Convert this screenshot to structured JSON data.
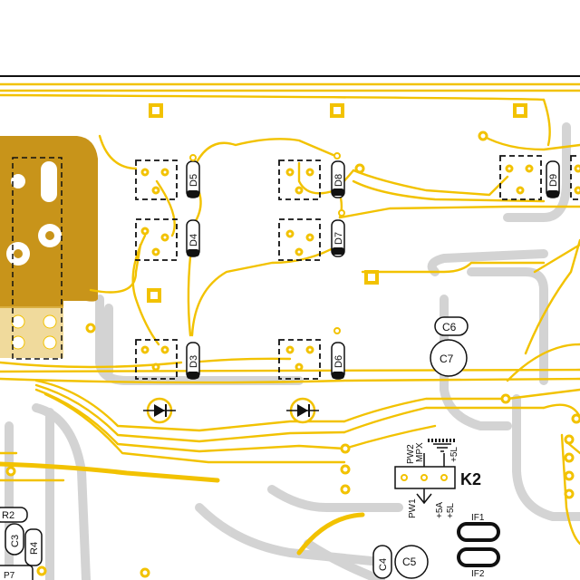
{
  "colors": {
    "copper": "#f2c200",
    "copper_fill": "#c8941a",
    "shadow": "#c9c9c9",
    "ink": "#111111",
    "paper": "#ffffff"
  },
  "labels": {
    "d3": "D3",
    "d4": "D4",
    "d5": "D5",
    "d6": "D6",
    "d7": "D7",
    "d8": "D8",
    "d9": "D9",
    "c3": "C3",
    "c4": "C4",
    "c5": "C5",
    "c6": "C6",
    "c7": "C7",
    "r2": "R2",
    "r4": "R4",
    "p7": "P7",
    "k2": "K2",
    "pw1": "PW1",
    "pw2": "PW2",
    "mpx": "MPX",
    "plus5l_top": "+5L",
    "plus5a": "+5A",
    "plus5l_bottom": "+5L",
    "if1": "IF1",
    "if2": "IF2"
  }
}
